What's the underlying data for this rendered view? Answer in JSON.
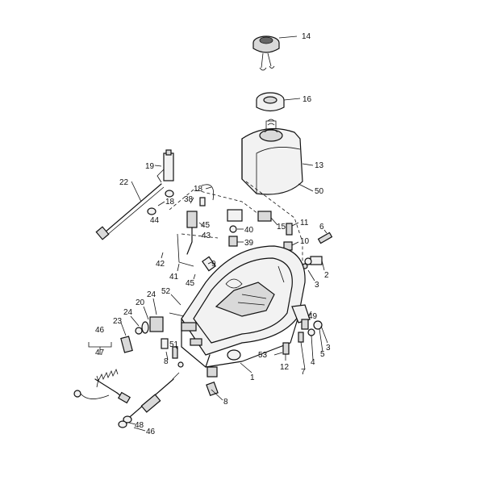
{
  "diagram": {
    "labels": {
      "l14": "14",
      "l16": "16",
      "l13": "13",
      "l50": "50",
      "l19": "19",
      "l22": "22",
      "l18a": "18",
      "l44": "44",
      "l38": "38",
      "l18b": "18",
      "l15": "15",
      "l11": "11",
      "l40": "40",
      "l45a": "45",
      "l43": "43",
      "l39": "39",
      "l10": "10",
      "l6": "6",
      "l42": "42",
      "l41": "41",
      "l9": "9",
      "l2": "2",
      "l3a": "3",
      "l45b": "45",
      "l52": "52",
      "l24a": "24",
      "l20": "20",
      "l24b": "24",
      "l23": "23",
      "l49": "49",
      "l46a": "46",
      "l47": "47",
      "l51": "51",
      "l53": "53",
      "l8a": "8",
      "l12": "12",
      "l1": "1",
      "l4": "4",
      "l5": "5",
      "l3b": "3",
      "l7": "7",
      "l8b": "8",
      "l48": "48",
      "l46b": "46"
    }
  }
}
